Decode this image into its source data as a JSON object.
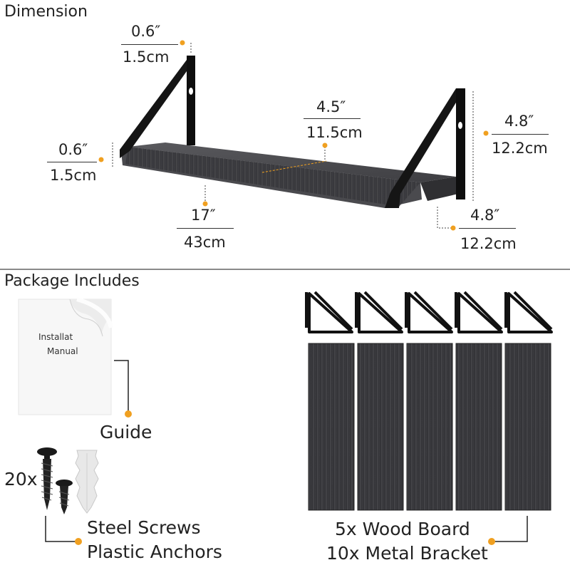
{
  "dimension": {
    "heading": "Dimension",
    "bracket_thickness": {
      "inch": "0.6″",
      "cm": "1.5cm"
    },
    "board_thickness": {
      "inch": "0.6″",
      "cm": "1.5cm"
    },
    "depth": {
      "inch": "4.5″",
      "cm": "11.5cm"
    },
    "bracket_height": {
      "inch": "4.8″",
      "cm": "12.2cm"
    },
    "length": {
      "inch": "17″",
      "cm": "43cm"
    },
    "bracket_depth": {
      "inch": "4.8″",
      "cm": "12.2cm"
    }
  },
  "package": {
    "heading": "Package Includes",
    "manual": {
      "line1": "Installat",
      "line2": "Manual",
      "label": "Guide"
    },
    "hardware": {
      "count": "20x",
      "line1": "Steel Screws",
      "line2": "Plastic Anchors"
    },
    "boards": {
      "line1": "5x Wood Board",
      "line2": "10x Metal Bracket"
    }
  },
  "colors": {
    "accent": "#f0a020",
    "wood": "#3a3a3d",
    "metal": "#141414"
  }
}
